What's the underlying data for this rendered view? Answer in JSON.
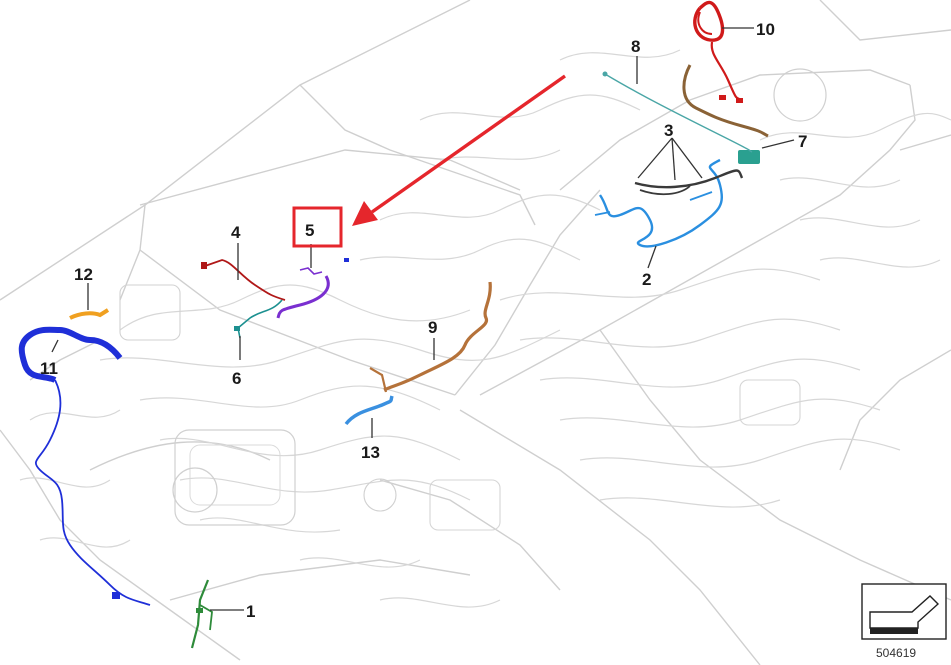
{
  "diagram": {
    "image_number": "504619",
    "highlighted_callout": "5",
    "colors": {
      "highlight_box": "#e5262c",
      "arrow": "#e5262c",
      "harness_1": "#2e8b3a",
      "harness_2": "#2a8fe0",
      "harness_3": "#3a3a3a",
      "harness_4": "#b01818",
      "harness_5": "#7a2fd0",
      "harness_6": "#1c9090",
      "harness_7": "#2aa090",
      "harness_8": "#4aa6a6",
      "harness_9": "#b5723a",
      "harness_10": "#d01a1a",
      "harness_11": "#1f2fd8",
      "harness_12": "#f0a020",
      "harness_13": "#3a90e0"
    },
    "callouts": [
      {
        "id": "c1",
        "label": "1"
      },
      {
        "id": "c2",
        "label": "2"
      },
      {
        "id": "c3",
        "label": "3"
      },
      {
        "id": "c4",
        "label": "4"
      },
      {
        "id": "c5",
        "label": "5"
      },
      {
        "id": "c6",
        "label": "6"
      },
      {
        "id": "c7",
        "label": "7"
      },
      {
        "id": "c8",
        "label": "8"
      },
      {
        "id": "c9",
        "label": "9"
      },
      {
        "id": "c10",
        "label": "10"
      },
      {
        "id": "c11",
        "label": "11"
      },
      {
        "id": "c12",
        "label": "12"
      },
      {
        "id": "c13",
        "label": "13"
      }
    ]
  }
}
